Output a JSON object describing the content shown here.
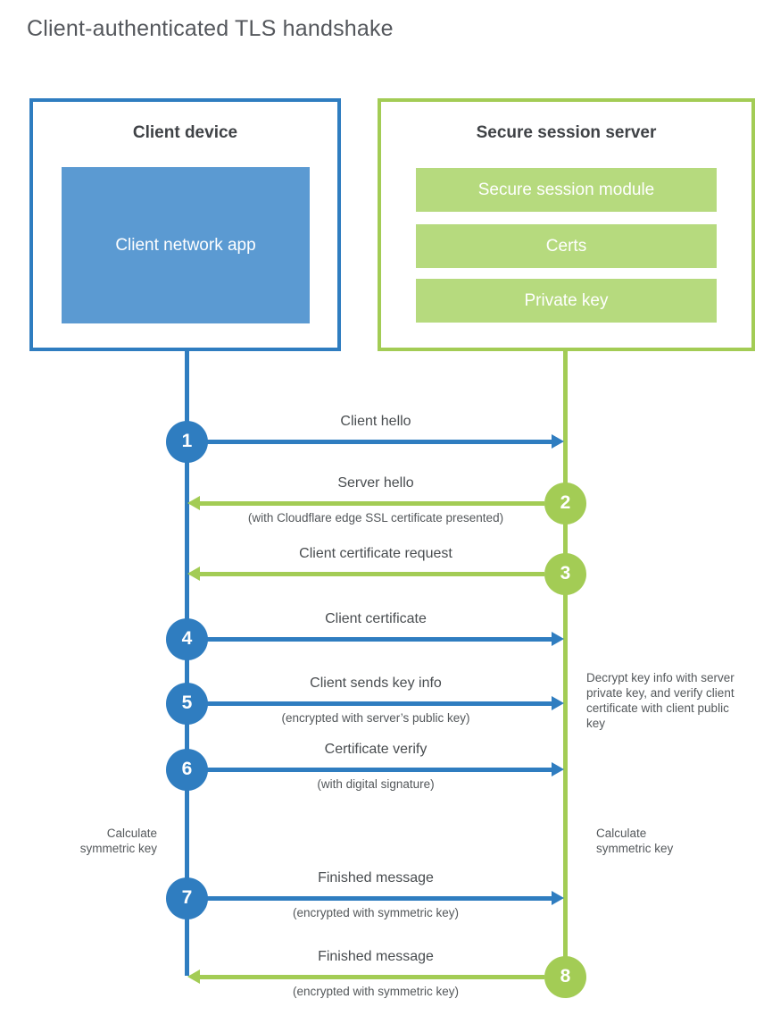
{
  "title": "Client-authenticated TLS handshake",
  "colors": {
    "blue": "#2f7dc0",
    "blue_light": "#5b9ad2",
    "green": "#a3cc55",
    "green_light": "#b6da7e"
  },
  "client_box": {
    "title": "Client device",
    "inner_label": "Client network app"
  },
  "server_box": {
    "title": "Secure session server",
    "modules": [
      "Secure session module",
      "Certs",
      "Private key"
    ]
  },
  "steps": [
    {
      "number": "1",
      "from": "client",
      "to": "server",
      "label": "Client hello",
      "sublabel": ""
    },
    {
      "number": "2",
      "from": "server",
      "to": "client",
      "label": "Server hello",
      "sublabel": "(with Cloudflare edge SSL certificate presented)"
    },
    {
      "number": "3",
      "from": "server",
      "to": "client",
      "label": "Client certificate request",
      "sublabel": ""
    },
    {
      "number": "4",
      "from": "client",
      "to": "server",
      "label": "Client certificate",
      "sublabel": ""
    },
    {
      "number": "5",
      "from": "client",
      "to": "server",
      "label": "Client sends key info",
      "sublabel": "(encrypted with server’s public key)"
    },
    {
      "number": "6",
      "from": "client",
      "to": "server",
      "label": "Certificate verify",
      "sublabel": "(with digital signature)"
    },
    {
      "number": "7",
      "from": "client",
      "to": "server",
      "label": "Finished message",
      "sublabel": "(encrypted with symmetric key)"
    },
    {
      "number": "8",
      "from": "server",
      "to": "client",
      "label": "Finished message",
      "sublabel": "(encrypted with symmetric key)"
    }
  ],
  "annotations": {
    "server_note": "Decrypt key info with server private key, and verify client certificate with client public key",
    "client_calc": "Calculate\nsymmetric key",
    "server_calc": "Calculate\nsymmetric key"
  }
}
